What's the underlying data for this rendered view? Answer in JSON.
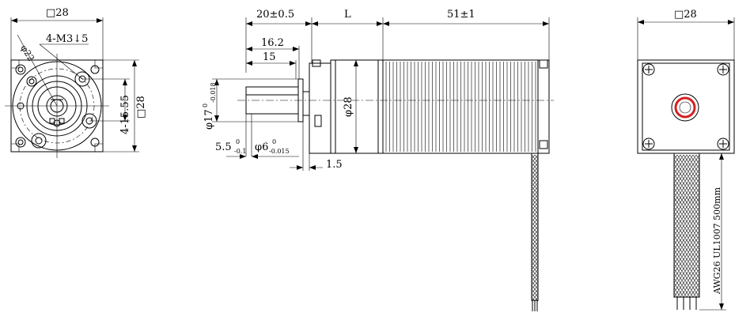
{
  "front_view": {
    "square_label": "□28",
    "side_square_label": "□28",
    "phi22_label": "φ22",
    "holes_label": "4-M3↓5",
    "hole_spacing_label": "4-15.55"
  },
  "side_view": {
    "d_20": "20±0.5",
    "d_L": "L",
    "d_51": "51±1",
    "d_16_2": "16.2",
    "d_15": "15",
    "d_phi17": "φ17",
    "d_phi17_tol_top": "0",
    "d_phi17_tol_bot": "-0.018",
    "d_phi28": "φ28",
    "d_5_5": "5.5",
    "d_5_5_tol_top": "0",
    "d_5_5_tol_bot": "-0.1",
    "d_phi6": "φ6",
    "d_phi6_tol_top": "0",
    "d_phi6_tol_bot": "-0.015",
    "d_1_5": "1.5"
  },
  "rear_view": {
    "square_label": "□28",
    "cable_label": "AWG26  UL1007  500mm"
  }
}
